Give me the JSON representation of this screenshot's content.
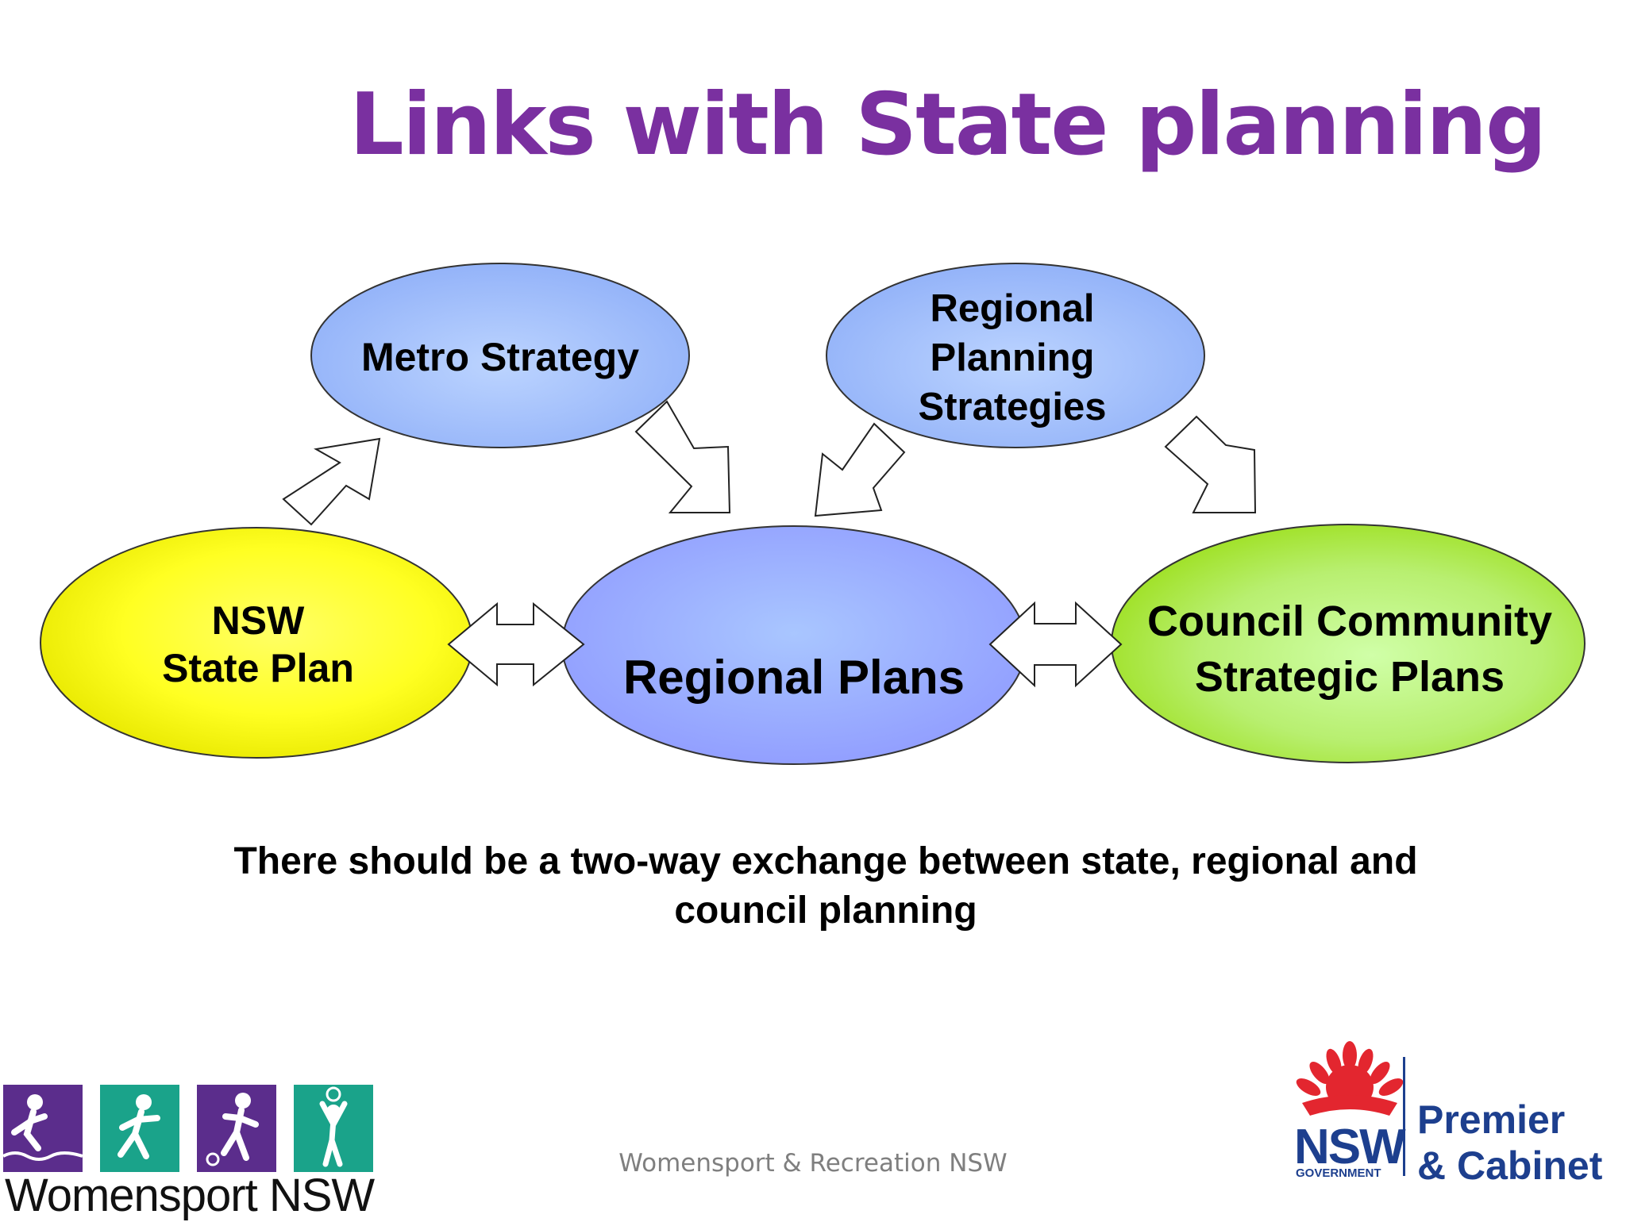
{
  "title": "Links with State planning",
  "nodes": {
    "metro": {
      "lines": [
        "Metro Strategy"
      ]
    },
    "regional_planning": {
      "lines": [
        "Regional",
        "Planning",
        "Strategies"
      ]
    },
    "nsw_state_plan": {
      "lines": [
        "NSW",
        "State Plan"
      ]
    },
    "regional_plans": {
      "lines": [
        "Regional Plans"
      ]
    },
    "council": {
      "lines": [
        "Council Community",
        "Strategic Plans"
      ]
    }
  },
  "caption": {
    "line1": "There should be a two-way exchange between state, regional and",
    "line2": "council planning"
  },
  "footer": "Womensport & Recreation NSW",
  "logos": {
    "womensport": {
      "text": "Womensport NSW",
      "tile_colors": [
        "#5b2d8c",
        "#1aa38a",
        "#5b2d8c",
        "#1aa38a"
      ]
    },
    "nsw_gov": {
      "nsw": "NSW",
      "government": "GOVERNMENT",
      "premier": "Premier",
      "cabinet": "& Cabinet"
    }
  },
  "colors": {
    "title": "#7a30a0",
    "yellow": "#ffff33",
    "blue": "#a8c4ff",
    "periwinkle": "#a0a8ff",
    "green": "#a8e830",
    "nsw_blue": "#1d3f8e",
    "waratah_red": "#e3262f"
  }
}
